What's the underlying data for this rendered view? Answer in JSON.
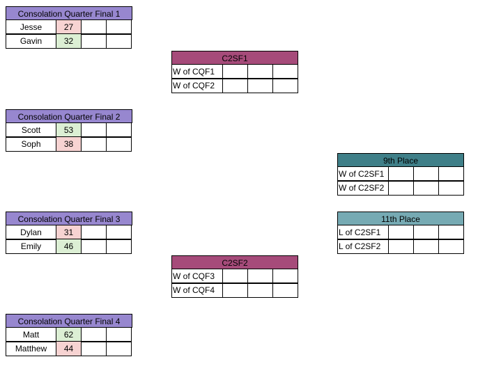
{
  "colors": {
    "cqf_header": "#9787cf",
    "c2sf_header": "#a64b7a",
    "ninth_header": "#3f7f88",
    "eleventh_header": "#76aab3",
    "win_cell": "#dcefd4",
    "lose_cell": "#f7d3d2"
  },
  "cqf1": {
    "title": "Consolation Quarter Final 1",
    "rows": [
      {
        "name": "Jesse",
        "score": "27",
        "result": "lose"
      },
      {
        "name": "Gavin",
        "score": "32",
        "result": "win"
      }
    ]
  },
  "cqf2": {
    "title": "Consolation Quarter Final 2",
    "rows": [
      {
        "name": "Scott",
        "score": "53",
        "result": "win"
      },
      {
        "name": "Soph",
        "score": "38",
        "result": "lose"
      }
    ]
  },
  "cqf3": {
    "title": "Consolation Quarter Final 3",
    "rows": [
      {
        "name": "Dylan",
        "score": "31",
        "result": "lose"
      },
      {
        "name": "Emily",
        "score": "46",
        "result": "win"
      }
    ]
  },
  "cqf4": {
    "title": "Consolation Quarter Final 4",
    "rows": [
      {
        "name": "Matt",
        "score": "62",
        "result": "win"
      },
      {
        "name": "Matthew",
        "score": "44",
        "result": "lose"
      }
    ]
  },
  "c2sf1": {
    "title": "C2SF1",
    "rows": [
      {
        "name": "W of CQF1"
      },
      {
        "name": "W of CQF2"
      }
    ]
  },
  "c2sf2": {
    "title": "C2SF2",
    "rows": [
      {
        "name": "W of CQF3"
      },
      {
        "name": "W of CQF4"
      }
    ]
  },
  "ninth": {
    "title": "9th Place",
    "rows": [
      {
        "name": "W of C2SF1"
      },
      {
        "name": "W of C2SF2"
      }
    ]
  },
  "eleventh": {
    "title": "11th Place",
    "rows": [
      {
        "name": "L of C2SF1"
      },
      {
        "name": "L of C2SF2"
      }
    ]
  }
}
